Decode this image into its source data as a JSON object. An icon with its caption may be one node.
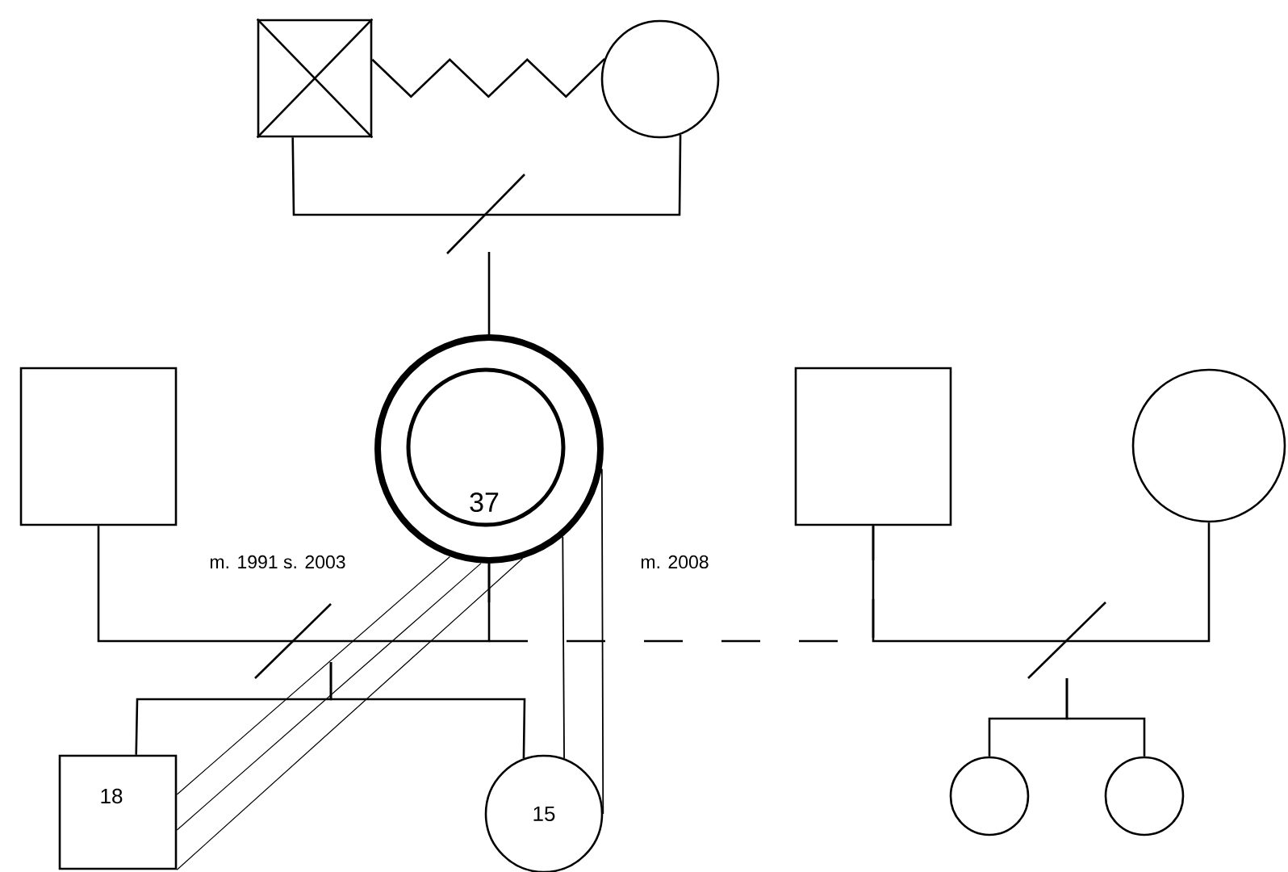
{
  "diagram": {
    "nodes": [
      {
        "text": [],
        "shape": "box"
      },
      {
        "text": [],
        "shape": "circle"
      },
      {
        "text": [
          "37"
        ]
      },
      {
        "text": [],
        "shape": "box"
      },
      {
        "text": [
          "18"
        ]
      },
      {
        "text": [
          "15"
        ]
      },
      {
        "text": [],
        "shape": "box"
      },
      {
        "text": [],
        "shape": "circle"
      },
      {
        "text": [],
        "shape": "circle"
      },
      {
        "text": [],
        "shape": "circle"
      }
    ],
    "edges": [
      {
        "from": 0,
        "to": 1,
        "arrow": "none"
      },
      {
        "from": 0,
        "to": 1,
        "arrow": "none"
      },
      {
        "from": 3,
        "to": 2,
        "arrow": "none",
        "label": "m. 1991 s. 2003"
      },
      {
        "from": 2,
        "to": 6,
        "arrow": "none",
        "style": "dashed",
        "label": "m. 2008"
      },
      {
        "from": 6,
        "to": 7,
        "arrow": "none"
      },
      {
        "from": null,
        "to": 2,
        "arrow": "none"
      },
      {
        "from": null,
        "to": 4,
        "arrow": "none"
      },
      {
        "from": null,
        "to": 5,
        "arrow": "none"
      },
      {
        "from": null,
        "to": 8,
        "arrow": "none"
      },
      {
        "from": null,
        "to": 9,
        "arrow": "none"
      },
      {
        "from": 2,
        "to": 4,
        "arrow": "none"
      },
      {
        "from": 2,
        "to": 5,
        "arrow": "none"
      }
    ]
  }
}
